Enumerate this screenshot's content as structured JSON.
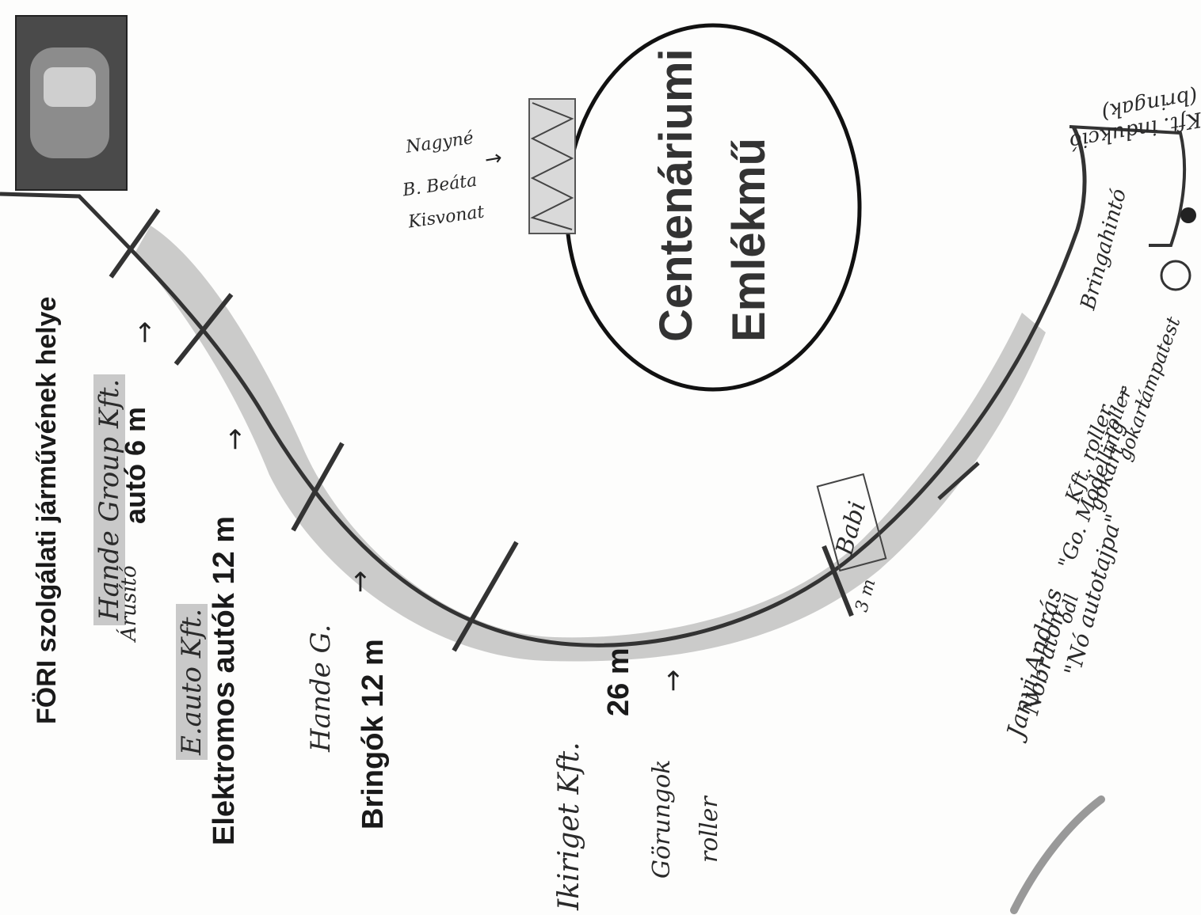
{
  "monument": {
    "line1": "Centenáriumi",
    "line2": "Emlékmű"
  },
  "labels": {
    "fori": "FÖRI szolgálati járművének helye",
    "hande_group": "Hande Group Kft.",
    "arusito_auto": "autó 6 m",
    "arusito_prefix": "Árusító",
    "elektromos": "Elektromos autók 12 m",
    "eauto": "E.auto Kft.",
    "hande_g": "Hande G.",
    "bringok": "Bringók 12 m",
    "ikiriget": "Ikiriget Kft.",
    "m26": "26 m",
    "gorungok": "Görungok",
    "roller": "roller",
    "nagyne1": "Nagyné",
    "nagyne2": "B. Beáta",
    "nagyne3": "Kisvonat",
    "babi": "Babi",
    "m3": "3 m",
    "janyi": "Janyi András",
    "nobraton": "Nobraton",
    "autotajpa": "\"Nó autotajpa\"",
    "odl": "ódl",
    "gokart1": "\"Go. Modelling",
    "gokart2": "Kft. roller, gokart",
    "gokart3": "– roller gokart",
    "gokart4": "~ lámpatest",
    "bringahinto1": "Bringahintó",
    "bringahinto2": "Kft. indukció (bringak)"
  },
  "photo": {
    "label": "photo"
  }
}
